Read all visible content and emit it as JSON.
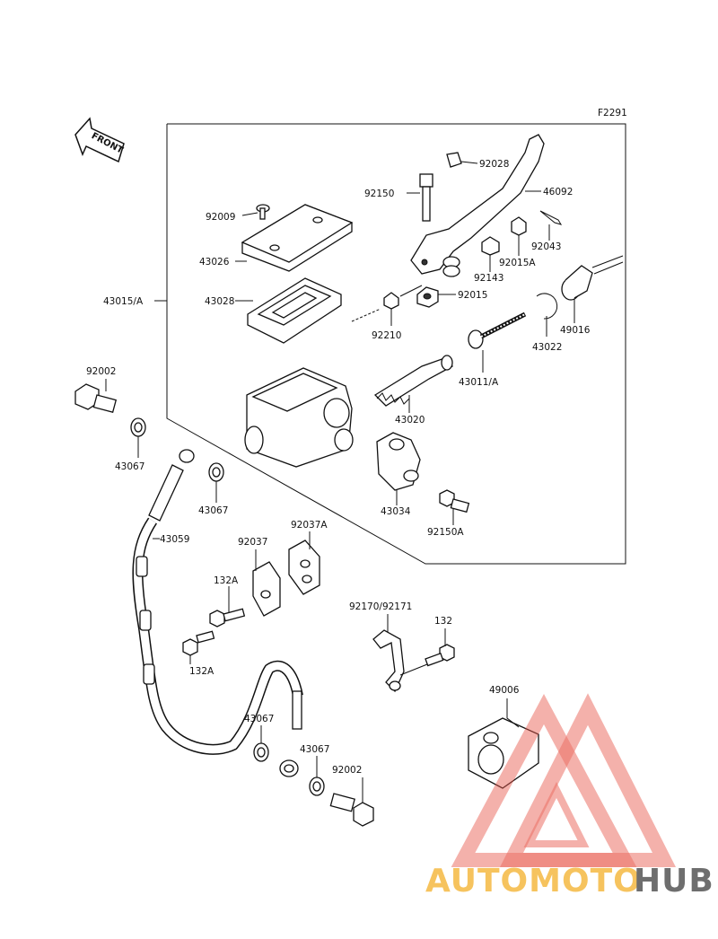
{
  "figure_code": "F2291",
  "front_label": "FRONT",
  "labels": {
    "p92028": "92028",
    "p92150": "92150",
    "p46092": "46092",
    "p92009": "92009",
    "p43026": "43026",
    "p92043": "92043",
    "p92015A": "92015A",
    "p92143": "92143",
    "p43015A": "43015/A",
    "p43028": "43028",
    "p92015": "92015",
    "p92210": "92210",
    "p49016": "49016",
    "p43022": "43022",
    "p43011A": "43011/A",
    "p92002a": "92002",
    "p43020": "43020",
    "p43067a": "43067",
    "p43067b": "43067",
    "p43034": "43034",
    "p92150A": "92150A",
    "p43059": "43059",
    "p92037A": "92037A",
    "p92037": "92037",
    "p132Aa": "132A",
    "p132Ab": "132A",
    "p92170": "92170/92171",
    "p132": "132",
    "p49006": "49006",
    "p43067c": "43067",
    "p43067d": "43067",
    "p92002b": "92002"
  },
  "watermark": {
    "part1": "AUTOMOTO",
    "part2": "HUB",
    "color_orange": "#f5b942",
    "color_red": "#e8574a",
    "color_dark": "#555555"
  }
}
